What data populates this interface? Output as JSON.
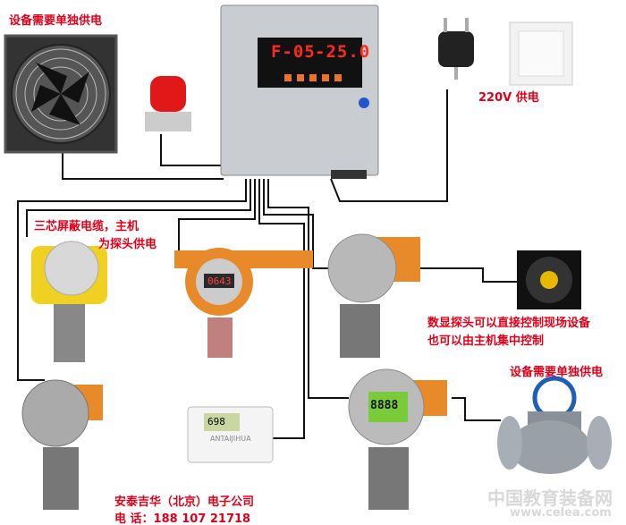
{
  "labels": {
    "fan_power": "设备需要单独供电",
    "power_220v": "220V 供电",
    "cable_note_1": "三芯屏蔽电缆，主机",
    "cable_note_2": "为探头供电",
    "digital_probe_1": "数显探头可以直接控制现场设备",
    "digital_probe_2": "也可以由主机集中控制",
    "valve_power": "设备需要单独供电",
    "company": "安泰吉华（北京）电子公司",
    "phone": "电 话：188 107 21718"
  },
  "controller": {
    "display_left": "F-05",
    "display_right": "-25.0"
  },
  "detector_display": "0643",
  "mini_controller": {
    "display": "698",
    "brand": "ANTAIJIHUA"
  },
  "bottom_detector_display": "8888",
  "watermark": {
    "line1": "中国教育装备网",
    "line2": "www.celea.com"
  },
  "colors": {
    "label_red": "#e0001a",
    "wire": "#111111",
    "orange": "#e98a2a",
    "yellow": "#f0d020"
  }
}
